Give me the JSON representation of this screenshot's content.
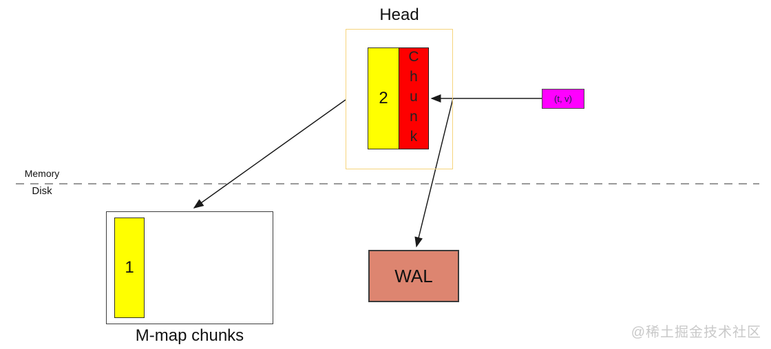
{
  "head": {
    "title": "Head",
    "active_chunk_number": "2",
    "chunk_label": "Chunk"
  },
  "sample_box": {
    "label": "(t, v)"
  },
  "divider": {
    "memory_label": "Memory",
    "disk_label": "Disk"
  },
  "mmap": {
    "chunk_number": "1",
    "caption": "M-map chunks"
  },
  "wal": {
    "label": "WAL"
  },
  "watermark": {
    "text": "@稀土掘金技术社区"
  },
  "colors": {
    "chunk_yellow": "#ffff00",
    "chunk_red": "#fe0000",
    "sample_magenta": "#ff00ff",
    "wal_salmon": "#dd8570",
    "head_border": "#f6d47c",
    "divider_gray": "#999999",
    "watermark_gray": "#c9c9c9",
    "arrow_black": "#1a1a1a"
  }
}
